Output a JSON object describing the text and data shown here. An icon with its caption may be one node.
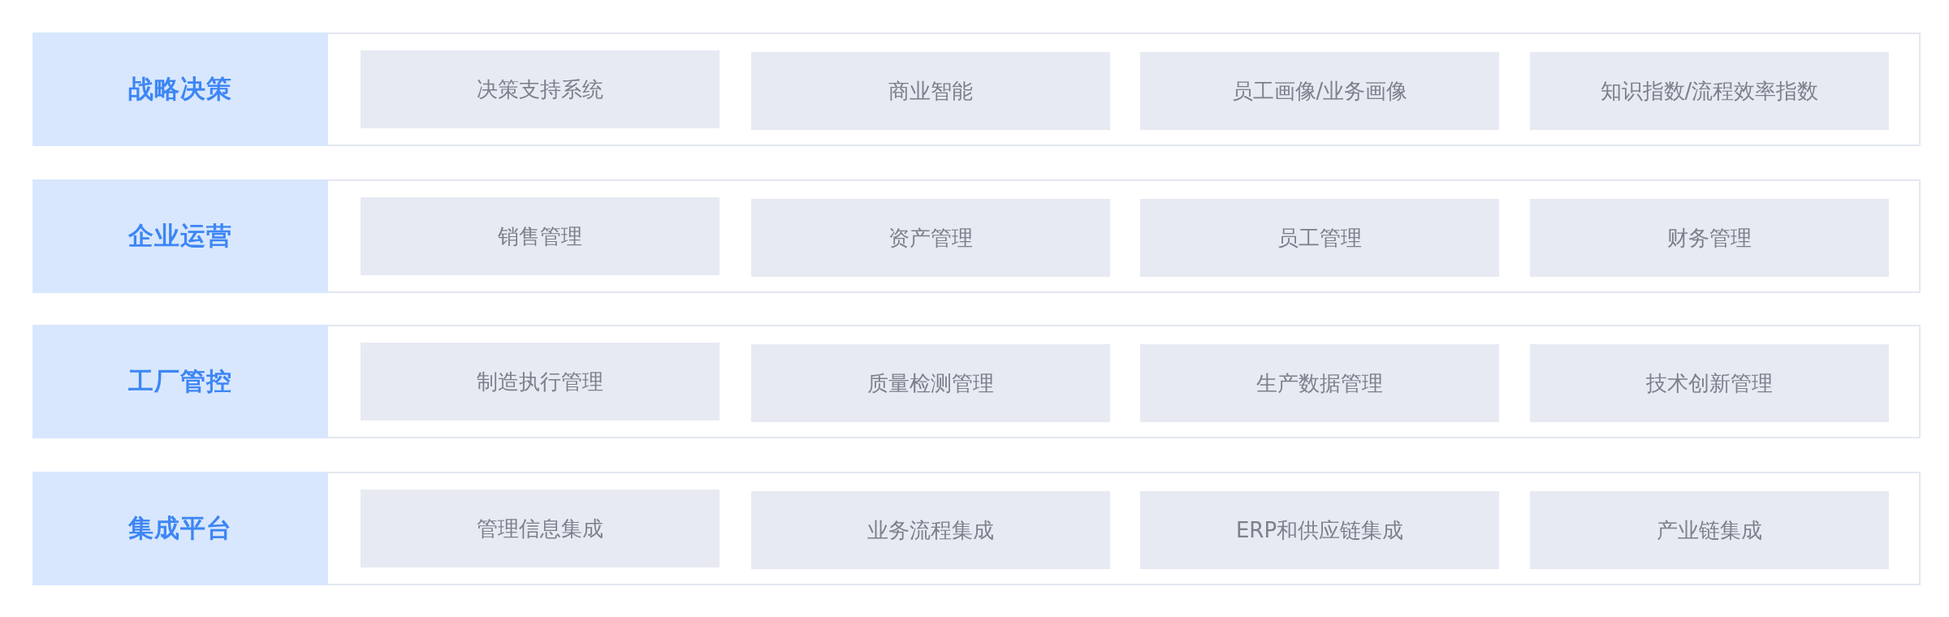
{
  "diagram": {
    "nodes": [
      {
        "text": [
          "战略决策"
        ]
      },
      {
        "text": [
          "决策支持系统"
        ],
        "in": 0
      },
      {
        "text": [
          "商业智能"
        ],
        "in": 0
      },
      {
        "text": [
          "员工画像/业务画像"
        ],
        "in": 0
      },
      {
        "text": [
          "知识指数/流程效率指数"
        ],
        "in": 0
      },
      {
        "text": [
          "企业运营"
        ]
      },
      {
        "text": [
          "销售管理"
        ],
        "in": 5
      },
      {
        "text": [
          "资产管理"
        ],
        "in": 5
      },
      {
        "text": [
          "员工管理"
        ],
        "in": 5
      },
      {
        "text": [
          "财务管理"
        ],
        "in": 5
      },
      {
        "text": [
          "工厂管控"
        ]
      },
      {
        "text": [
          "制造执行管理"
        ],
        "in": 10
      },
      {
        "text": [
          "质量检测管理"
        ],
        "in": 10
      },
      {
        "text": [
          "生产数据管理"
        ],
        "in": 10
      },
      {
        "text": [
          "技术创新管理"
        ],
        "in": 10
      },
      {
        "text": [
          "集成平台"
        ]
      },
      {
        "text": [
          "管理信息集成"
        ],
        "in": 15
      },
      {
        "text": [
          "业务流程集成"
        ],
        "in": 15
      },
      {
        "text": [
          "ERP和供应链集成"
        ],
        "in": 15
      },
      {
        "text": [
          "产业链集成"
        ],
        "in": 15
      }
    ],
    "edges": []
  }
}
